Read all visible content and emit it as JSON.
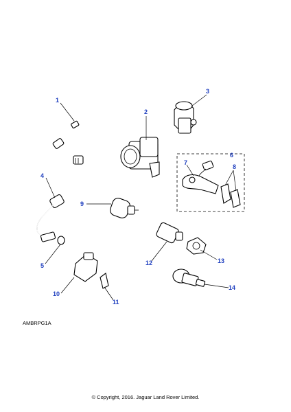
{
  "callouts": {
    "c1": "1",
    "c2": "2",
    "c3": "3",
    "c4": "4",
    "c5": "5",
    "c6": "6",
    "c7": "7",
    "c8": "8",
    "c9": "9",
    "c10": "10",
    "c11": "11",
    "c12": "12",
    "c13": "13",
    "c14": "14"
  },
  "reference_code": "AMBRPG1A",
  "copyright": "© Copyright, 2016. Jaguar Land Rover Limited.",
  "colors": {
    "callout": "#1f3fbf",
    "line": "#000000",
    "background": "#ffffff"
  }
}
